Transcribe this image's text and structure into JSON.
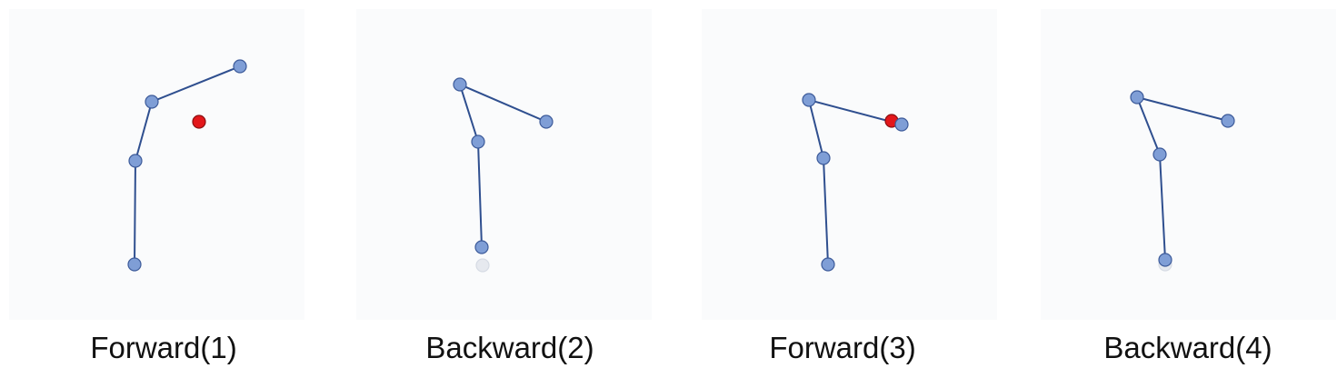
{
  "panels": [
    {
      "caption": "Forward(1)"
    },
    {
      "caption": "Backward(2)"
    },
    {
      "caption": "Forward(3)"
    },
    {
      "caption": "Backward(4)"
    }
  ],
  "colors": {
    "bone": "#2f4f8f",
    "joint_fill": "#7f9ed6",
    "target": "#e3171b",
    "ghost_joint": "#e6e9ef"
  }
}
